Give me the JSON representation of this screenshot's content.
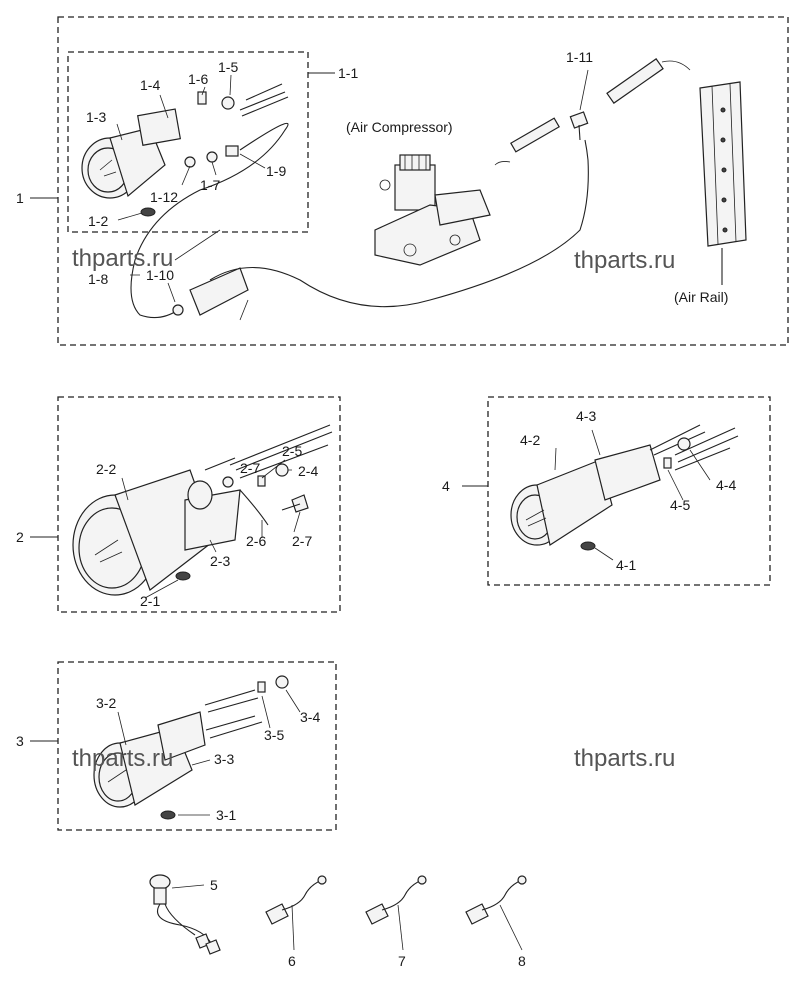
{
  "callouts": {
    "c1": "1",
    "c1_1": "1-1",
    "c1_2": "1-2",
    "c1_3": "1-3",
    "c1_4": "1-4",
    "c1_5": "1-5",
    "c1_6": "1-6",
    "c1_7": "1-7",
    "c1_8": "1-8",
    "c1_9": "1-9",
    "c1_10": "1-10",
    "c1_11": "1-11",
    "c1_12": "1-12",
    "c2": "2",
    "c2_1": "2-1",
    "c2_2": "2-2",
    "c2_3": "2-3",
    "c2_4": "2-4",
    "c2_5": "2-5",
    "c2_6": "2-6",
    "c2_7a": "2-7",
    "c2_7b": "2-7",
    "c3": "3",
    "c3_1": "3-1",
    "c3_2": "3-2",
    "c3_3": "3-3",
    "c3_4": "3-4",
    "c3_5": "3-5",
    "c4": "4",
    "c4_1": "4-1",
    "c4_2": "4-2",
    "c4_3": "4-3",
    "c4_4": "4-4",
    "c4_5": "4-5",
    "c5": "5",
    "c6": "6",
    "c7": "7",
    "c8": "8"
  },
  "captions": {
    "air_compressor": "(Air Compressor)",
    "air_rail": "(Air Rail)"
  },
  "watermark": "thparts.ru"
}
